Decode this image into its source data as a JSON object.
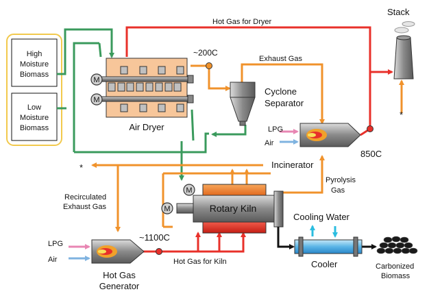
{
  "labels": {
    "hot_gas_dryer": "Hot Gas for Dryer",
    "stack": "Stack",
    "temp_200": "~200C",
    "exhaust_gas": "Exhaust Gas",
    "cyclone_1": "Cyclone",
    "cyclone_2": "Separator",
    "air_dryer": "Air Dryer",
    "lpg_incin": "LPG",
    "air_incin": "Air",
    "incinerator": "Incinerator",
    "temp_850": "850C",
    "star_left": "*",
    "star_stack": "*",
    "recirc_1": "Recirculated",
    "recirc_2": "Exhaust Gas",
    "pyrolysis_1": "Pyrolysis",
    "pyrolysis_2": "Gas",
    "rotary_kiln": "Rotary Kiln",
    "cooling_water": "Cooling Water",
    "lpg_hgg": "LPG",
    "air_hgg": "Air",
    "temp_1100": "~1100C",
    "hot_gas_kiln": "Hot Gas for Kiln",
    "cooler": "Cooler",
    "hgg_1": "Hot Gas",
    "hgg_2": "Generator",
    "carbonized_1": "Carbonized",
    "carbonized_2": "Biomass",
    "motor": "M"
  },
  "feed_boxes": {
    "high": [
      "High",
      "Moisture",
      "Biomass"
    ],
    "low": [
      "Low",
      "Moisture",
      "Biomass"
    ]
  },
  "colors": {
    "hot_gas": "#e8302a",
    "exhaust": "#f0922b",
    "biomass": "#3a9a5c",
    "product": "#111111",
    "lpg": "#e886b3",
    "air": "#7fb3e0",
    "cooling": "#2bbde0"
  }
}
